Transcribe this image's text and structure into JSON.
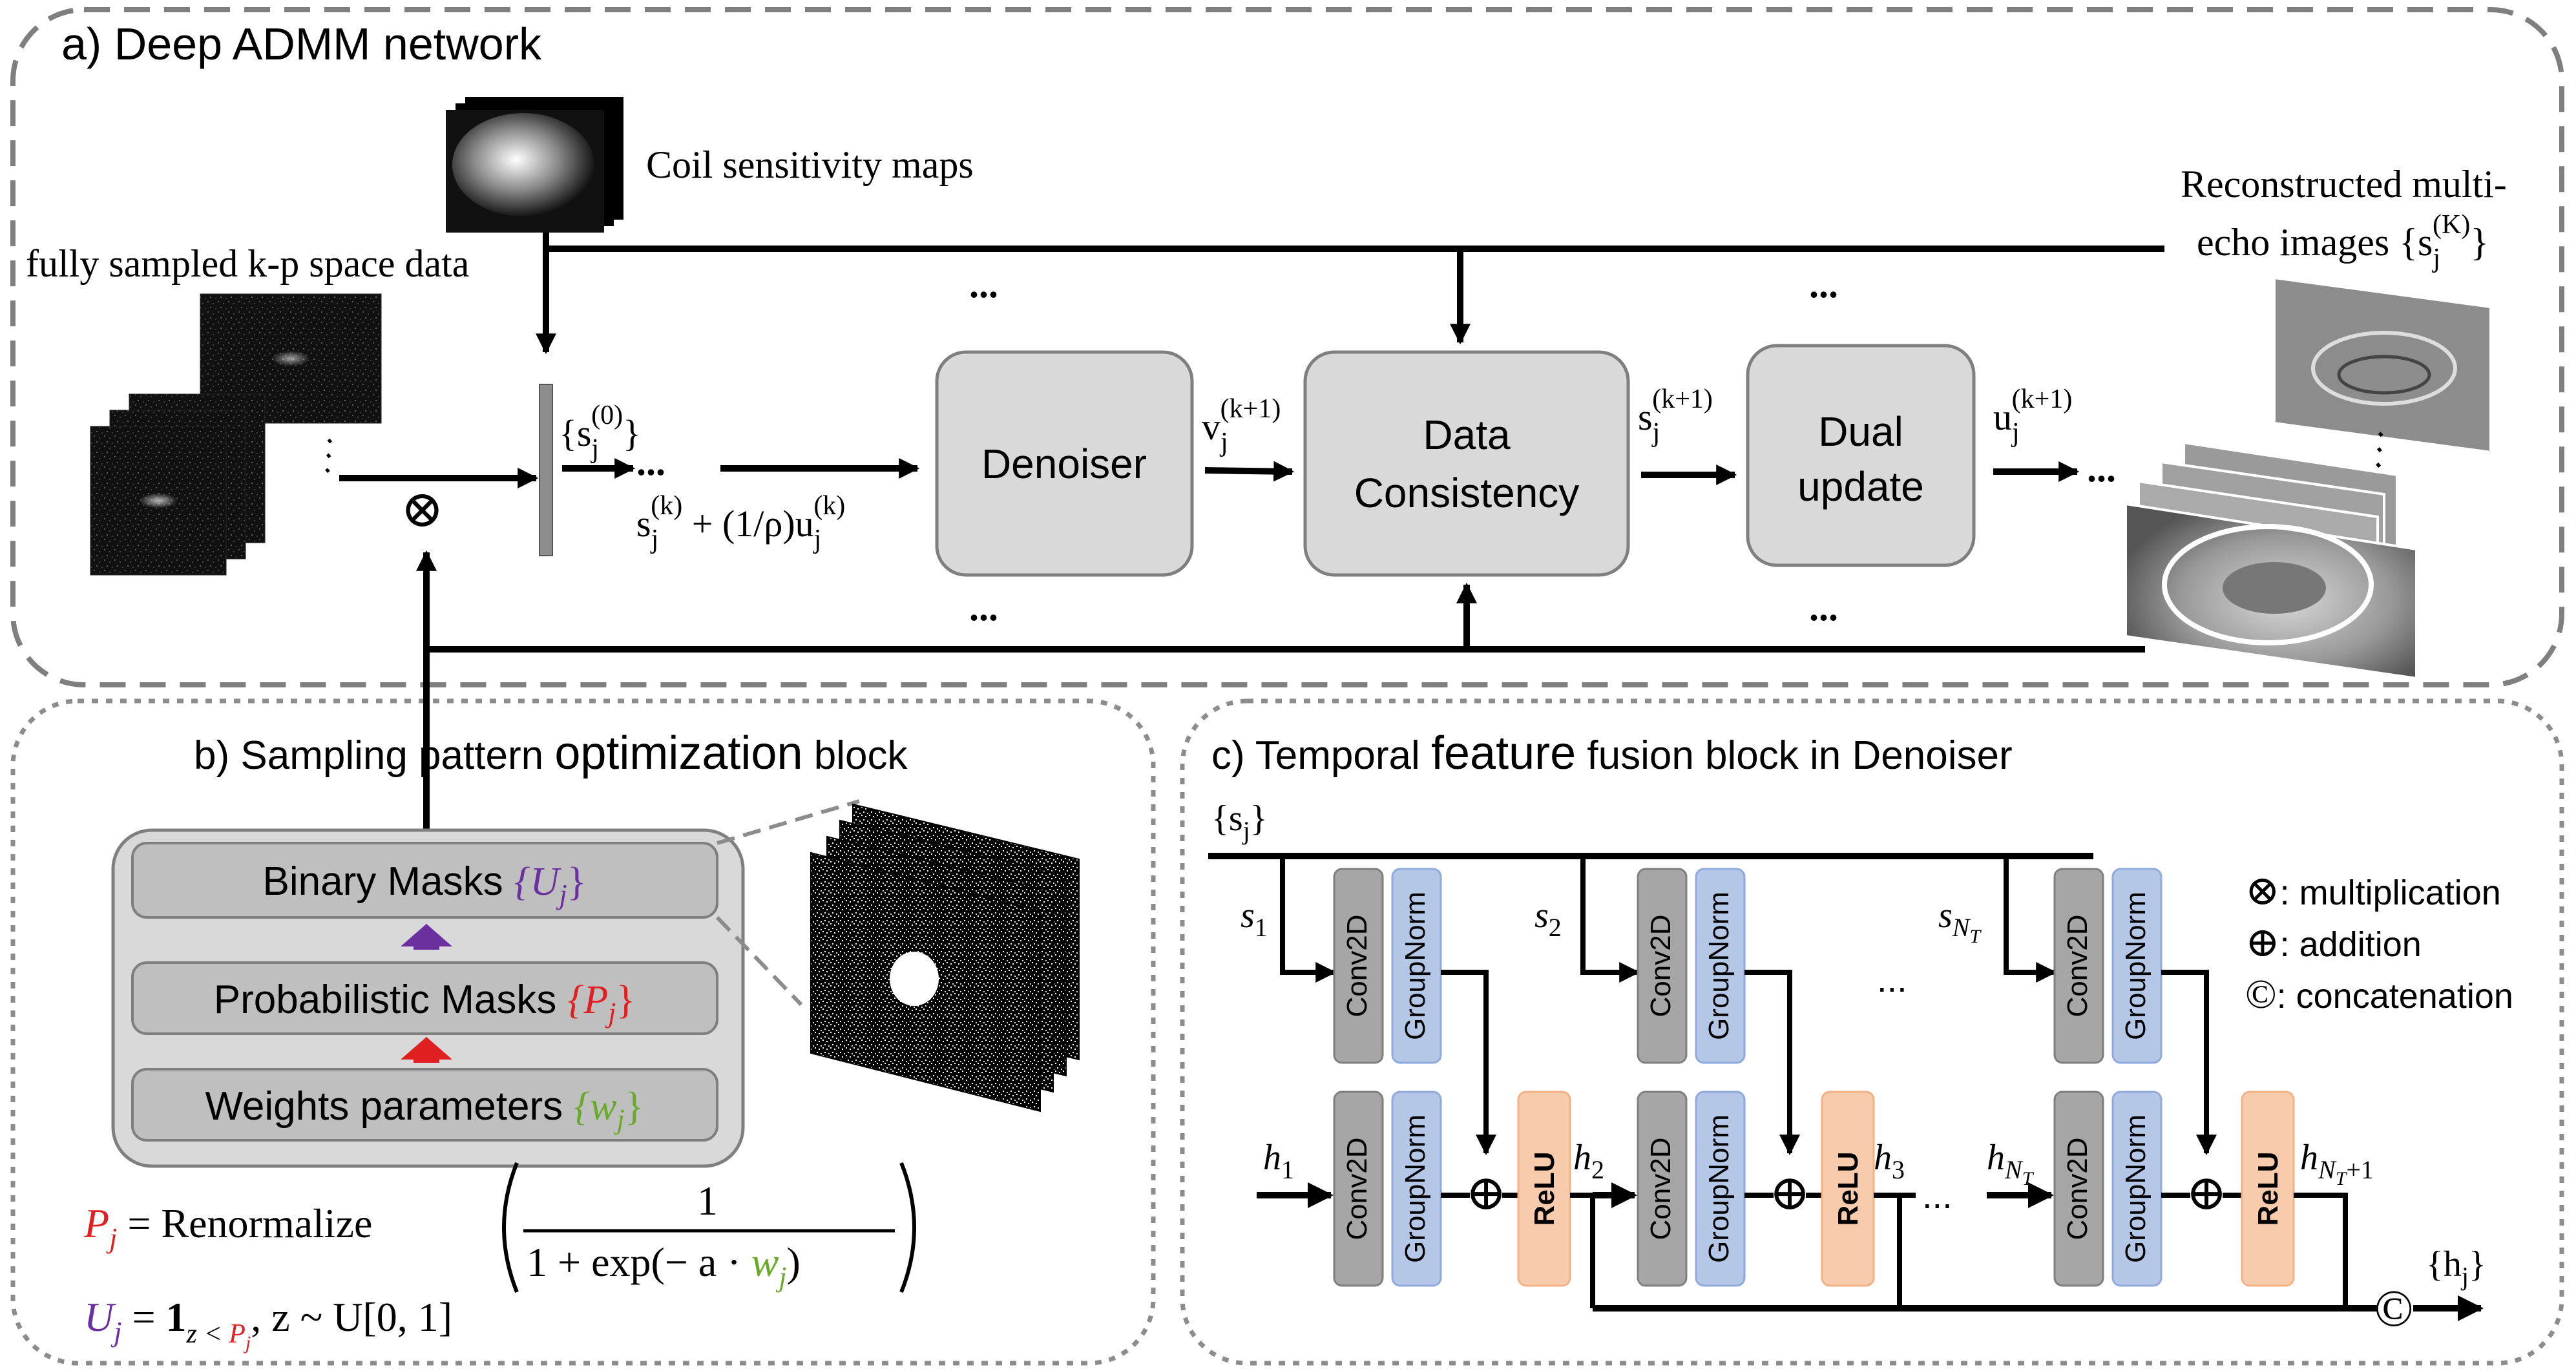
{
  "panels": {
    "a_title": "a) Deep ADMM network",
    "b_title_pre": "b) Sampling pattern ",
    "b_title_em": "optimization",
    "b_title_post": " block",
    "c_title_pre": "c) Temporal ",
    "c_title_em": "feature",
    "c_title_post": " fusion block in Denoiser"
  },
  "a": {
    "coil_label": "Coil sensitivity maps",
    "kspace_label": "fully sampled k-p space data",
    "recon_label_1": "Reconstructed multi-",
    "recon_label_2": "echo images {s",
    "recon_label_sub": "j",
    "recon_label_sup": "(K)",
    "recon_label_end": "}",
    "s0_label": "{s",
    "s0_sub": "j",
    "s0_sup": "(0)",
    "s0_end": "}",
    "input_expr": "s_j^(k) + (1/ρ)u_j^(k)",
    "input_s": "s",
    "input_s_sub": "j",
    "input_s_sup": "(k)",
    "input_mid": " + (1/ρ)u",
    "input_u_sub": "j",
    "input_u_sup": "(k)",
    "denoiser": "Denoiser",
    "dc_line1": "Data",
    "dc_line2": "Consistency",
    "dual_line1": "Dual",
    "dual_line2": "update",
    "v_label": "v",
    "v_sub": "j",
    "v_sup": "(k+1)",
    "s_label": "s",
    "s_sub": "j",
    "s_sup": "(k+1)",
    "u_label": "u",
    "u_sub": "j",
    "u_sup": "(k+1)",
    "ellipsis": "...",
    "ellipsis_bold": "•••",
    "multiply_symbol": "⊗"
  },
  "b": {
    "binary_pre": "Binary Masks ",
    "binary_math": "{U",
    "binary_sub": "j",
    "binary_end": "}",
    "prob_pre": "Probabilistic Masks ",
    "prob_math": "{P",
    "prob_sub": "j",
    "prob_end": "}",
    "weights_pre": "Weights parameters ",
    "weights_math": "{w",
    "weights_sub": "j",
    "weights_end": "}",
    "eq1_lhs": "P",
    "eq1_lhs_sub": "j",
    "eq1_mid": " = Renormalize",
    "eq1_num": "1",
    "eq1_den_pre": "1 + exp(− a · ",
    "eq1_den_w": "w",
    "eq1_den_w_sub": "j",
    "eq1_den_end": ")",
    "eq2_lhs": "U",
    "eq2_lhs_sub": "j",
    "eq2_mid": " = ",
    "eq2_one": "1",
    "eq2_sub_pre": "z < ",
    "eq2_sub_P": "P",
    "eq2_sub_P_sub": "j",
    "eq2_rest": ",  z  ~ U[0, 1]"
  },
  "c": {
    "sj_set": "{s",
    "sj_sub": "j",
    "sj_end": "}",
    "s1": "s",
    "s1_sub": "1",
    "s2": "s",
    "s2_sub": "2",
    "sNT": "s",
    "sNT_sub": "N",
    "sNT_subsub": "T",
    "h1": "h",
    "h1_sub": "1",
    "h2": "h",
    "h2_sub": "2",
    "h3": "h",
    "h3_sub": "3",
    "hNT": "h",
    "hNT_sub": "N",
    "hNT_subsub": "T",
    "hNT1": "h",
    "hNT1_sub": "N",
    "hNT1_subsub": "T",
    "hNT1_plus": "+1",
    "hj_set": "{h",
    "hj_sub": "j",
    "hj_end": "}",
    "conv": "Conv2D",
    "gn": "GroupNorm",
    "relu": "ReLU",
    "dots": "...",
    "plus_symbol": "⊕",
    "concat_symbol": "©"
  },
  "legend": {
    "mult_sym": "⊗",
    "mult_text": ": multiplication",
    "add_sym": "⊕",
    "add_text": ": addition",
    "concat_sym": "©",
    "concat_text": ": concatenation"
  },
  "colors": {
    "purple": "#6b2fa0",
    "red": "#e02020",
    "green": "#6aaa2a",
    "block_gray": "#d9d9d9",
    "conv_gray": "#a6a6a6",
    "gn_blue": "#b4c7e7",
    "relu_orange": "#f8cbad"
  }
}
